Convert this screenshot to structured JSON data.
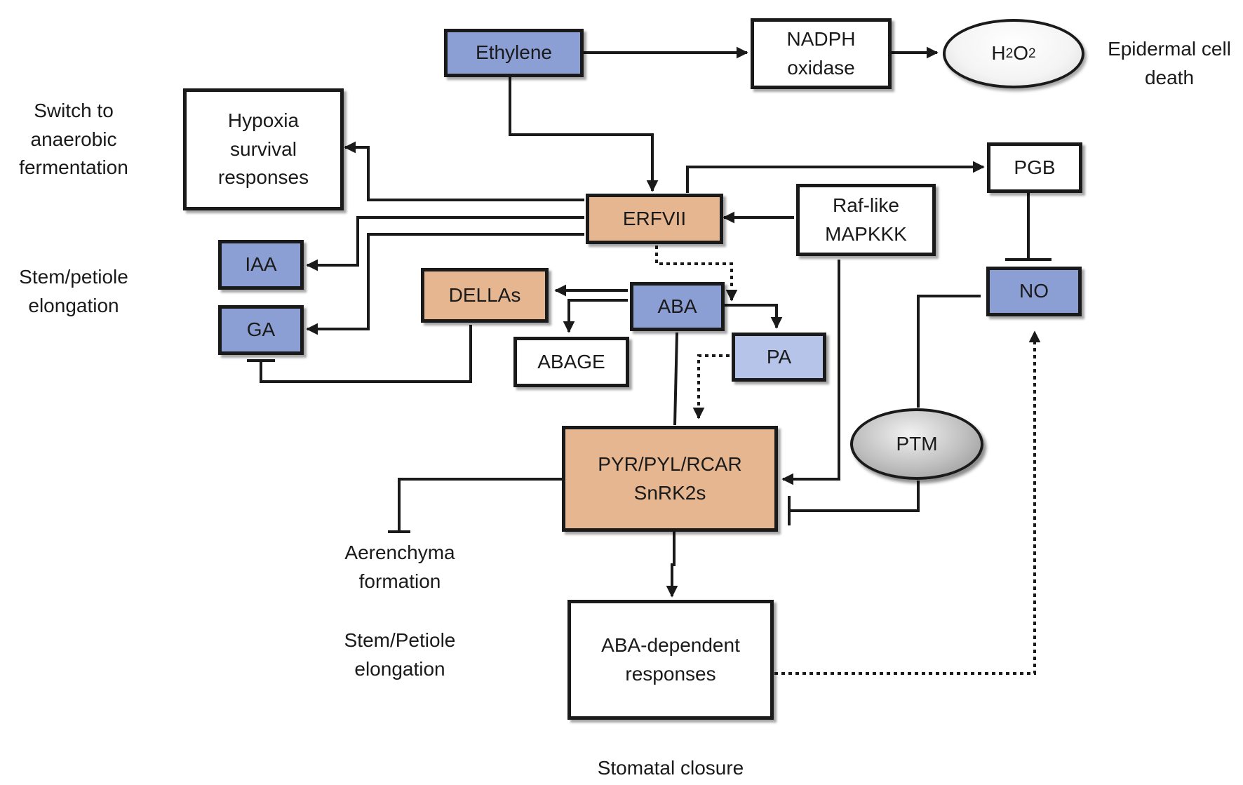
{
  "nodes": {
    "ethylene": "Ethylene",
    "nadph_oxidase": "NADPH\noxidase",
    "h2o2": {
      "h": "H",
      "sub1": "2",
      "o": "O",
      "sub2": "2"
    },
    "hypoxia": "Hypoxia\nsurvival\nresponses",
    "erfvii": "ERFVII",
    "pgb": "PGB",
    "raf_mapkkk": "Raf-like\nMAPKKK",
    "iaa": "IAA",
    "ga": "GA",
    "dellas": "DELLAs",
    "aba": "ABA",
    "abage": "ABAGE",
    "pa": "PA",
    "no": "NO",
    "ptm": "PTM",
    "pyr_snrk": "PYR/PYL/RCAR\nSnRK2s",
    "aba_responses": "ABA-dependent\nresponses"
  },
  "labels": {
    "epidermal": "Epidermal cell\ndeath",
    "anaerobic": "Switch to\nanaerobic\nfermentation",
    "stem_petiole": "Stem/petiole\nelongation",
    "aerenchyma": "Aerenchyma\nformation",
    "stem_petiole_2": "Stem/Petiole\nelongation",
    "stomatal": "Stomatal closure"
  },
  "colors": {
    "blue": "#8c9fd4",
    "light_blue": "#b6c4ea",
    "tan": "#e5b68f",
    "line": "#1a1a1a"
  }
}
